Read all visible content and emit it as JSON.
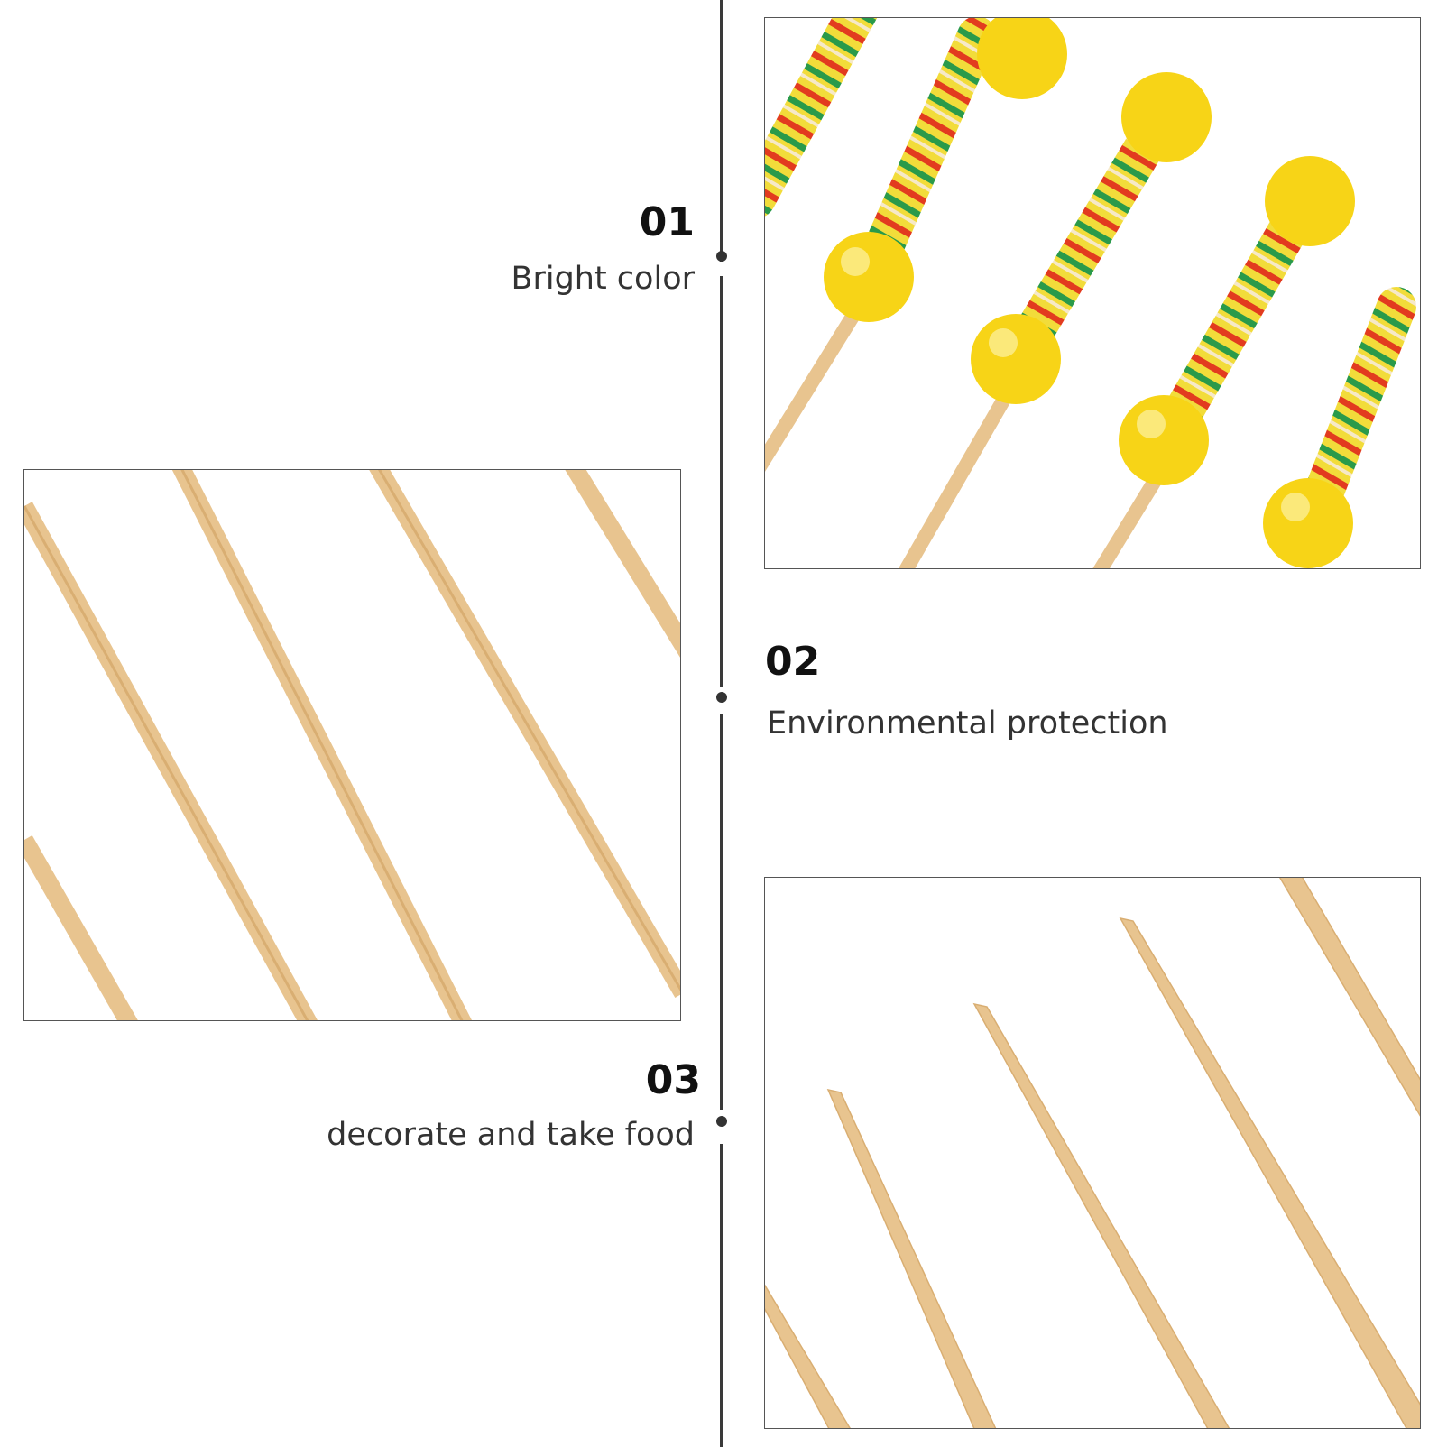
{
  "features": [
    {
      "number": "01",
      "caption": "Bright color"
    },
    {
      "number": "02",
      "caption": "Environmental protection"
    },
    {
      "number": "03",
      "caption": "decorate and take food"
    }
  ],
  "colors": {
    "bamboo": "#e8c48f",
    "bamboo_dark": "#d9ae72",
    "bead": "#f7d417",
    "cord_yellow": "#f2dc3a",
    "cord_red": "#e23b1f",
    "cord_green": "#2a9a4a",
    "line": "#3a3a3a"
  },
  "icons": [
    "timeline-dot-icon"
  ]
}
